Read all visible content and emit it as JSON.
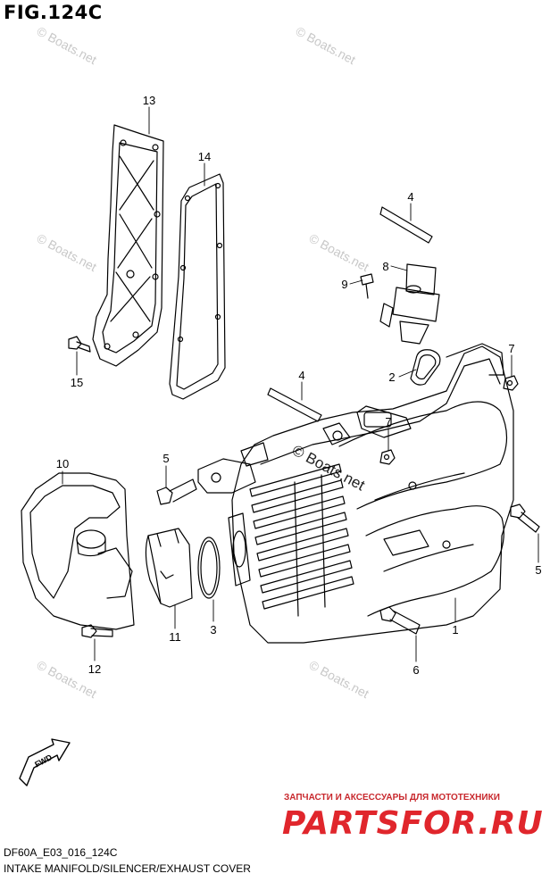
{
  "figure": {
    "title": "FIG.124C",
    "code": "DF60A_E03_016_124C",
    "caption": "INTAKE MANIFOLD/SILENCER/EXHAUST COVER"
  },
  "watermark": "© Boats.net",
  "callouts": [
    "13",
    "14",
    "15",
    "4",
    "8",
    "9",
    "7",
    "2",
    "4",
    "7",
    "10",
    "5",
    "5",
    "11",
    "3",
    "1",
    "12",
    "6"
  ],
  "fwd_label": "FWD",
  "ad": {
    "tagline": "ЗАПЧАСТИ И АКСЕССУАРЫ ДЛЯ МОТОТЕХНИКИ",
    "brand": "PARTSFOR.RU",
    "brand_color": "#e0262c"
  }
}
